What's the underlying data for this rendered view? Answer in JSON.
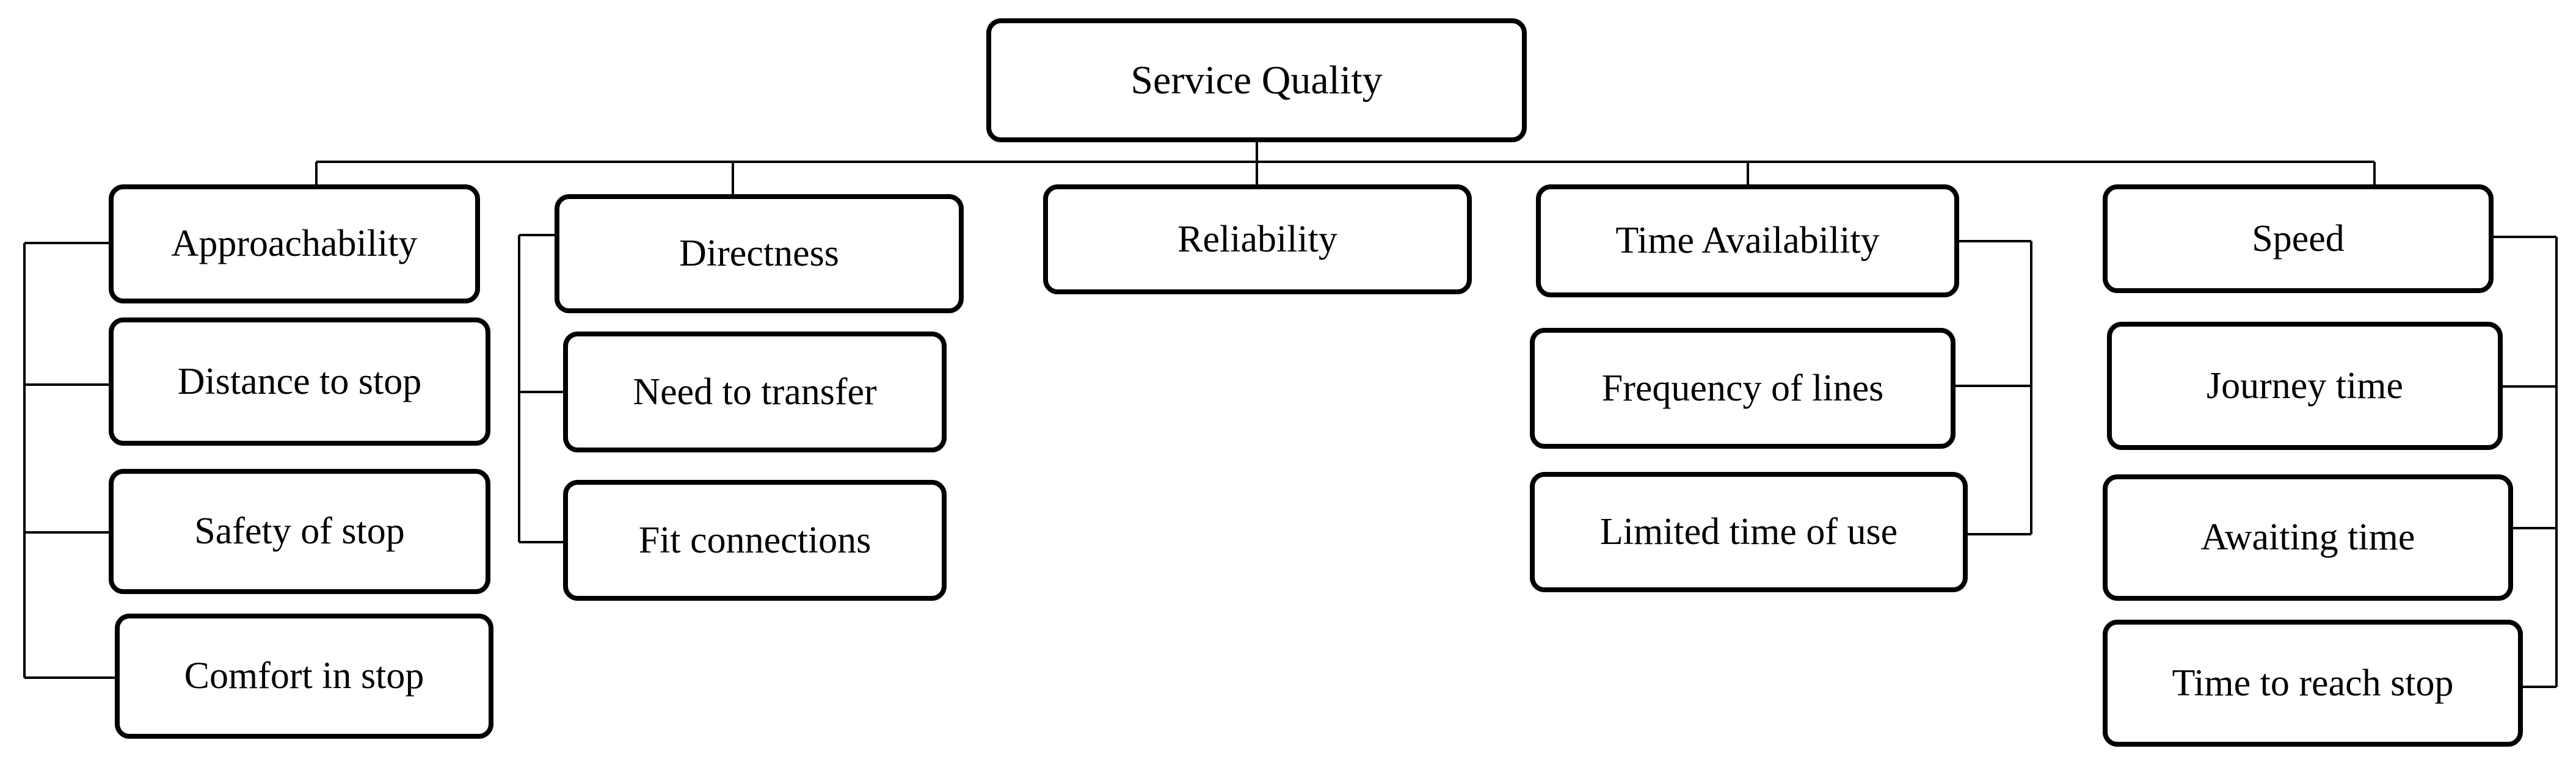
{
  "root": {
    "label": "Service Quality"
  },
  "categories": [
    {
      "label": "Approachability",
      "items": [
        "Distance to stop",
        "Safety of stop",
        "Comfort in stop"
      ]
    },
    {
      "label": "Directness",
      "items": [
        "Need to transfer",
        "Fit connections"
      ]
    },
    {
      "label": "Reliability",
      "items": []
    },
    {
      "label": "Time Availability",
      "items": [
        "Frequency of lines",
        "Limited time of use"
      ]
    },
    {
      "label": "Speed",
      "items": [
        "Journey time",
        "Awaiting time",
        "Time to reach stop"
      ]
    }
  ],
  "colors": {
    "line": "#000000",
    "box_border": "#000000",
    "background": "#ffffff"
  }
}
